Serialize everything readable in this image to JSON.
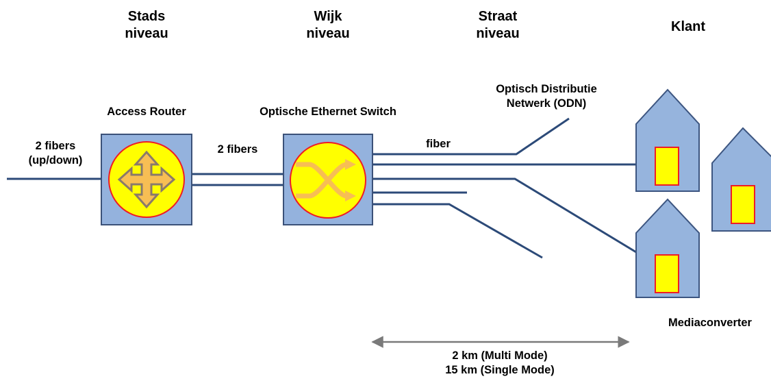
{
  "levels": {
    "city": [
      "Stads",
      "niveau"
    ],
    "district": [
      "Wijk",
      "niveau"
    ],
    "street": [
      "Straat",
      "niveau"
    ],
    "customer": "Klant"
  },
  "devices": {
    "router": "Access Router",
    "switch": "Optische Ethernet Switch"
  },
  "labels": {
    "uplink": [
      "2 fibers",
      "(up/down)"
    ],
    "interlink": "2 fibers",
    "fiber": "fiber",
    "odn": [
      "Optisch Distributie",
      "Netwerk (ODN)"
    ],
    "mediaconverter": "Mediaconverter",
    "distance": [
      "2 km (Multi Mode)",
      "15 km (Single Mode)"
    ]
  },
  "colors": {
    "box_fill": "#94b2dd",
    "box_stroke": "#3b5178",
    "line": "#2c4a78",
    "circle_fill": "#ffff00",
    "circle_stroke": "#ee1c25",
    "arrow_fill": "#f7be54",
    "arrow_stroke": "#8a7a6a",
    "house_fill": "#96b4dd",
    "house_stroke": "#3c5580",
    "converter_fill": "#ffff00",
    "converter_stroke": "#ee1c25",
    "distance_arrow": "#7a7a7a"
  }
}
